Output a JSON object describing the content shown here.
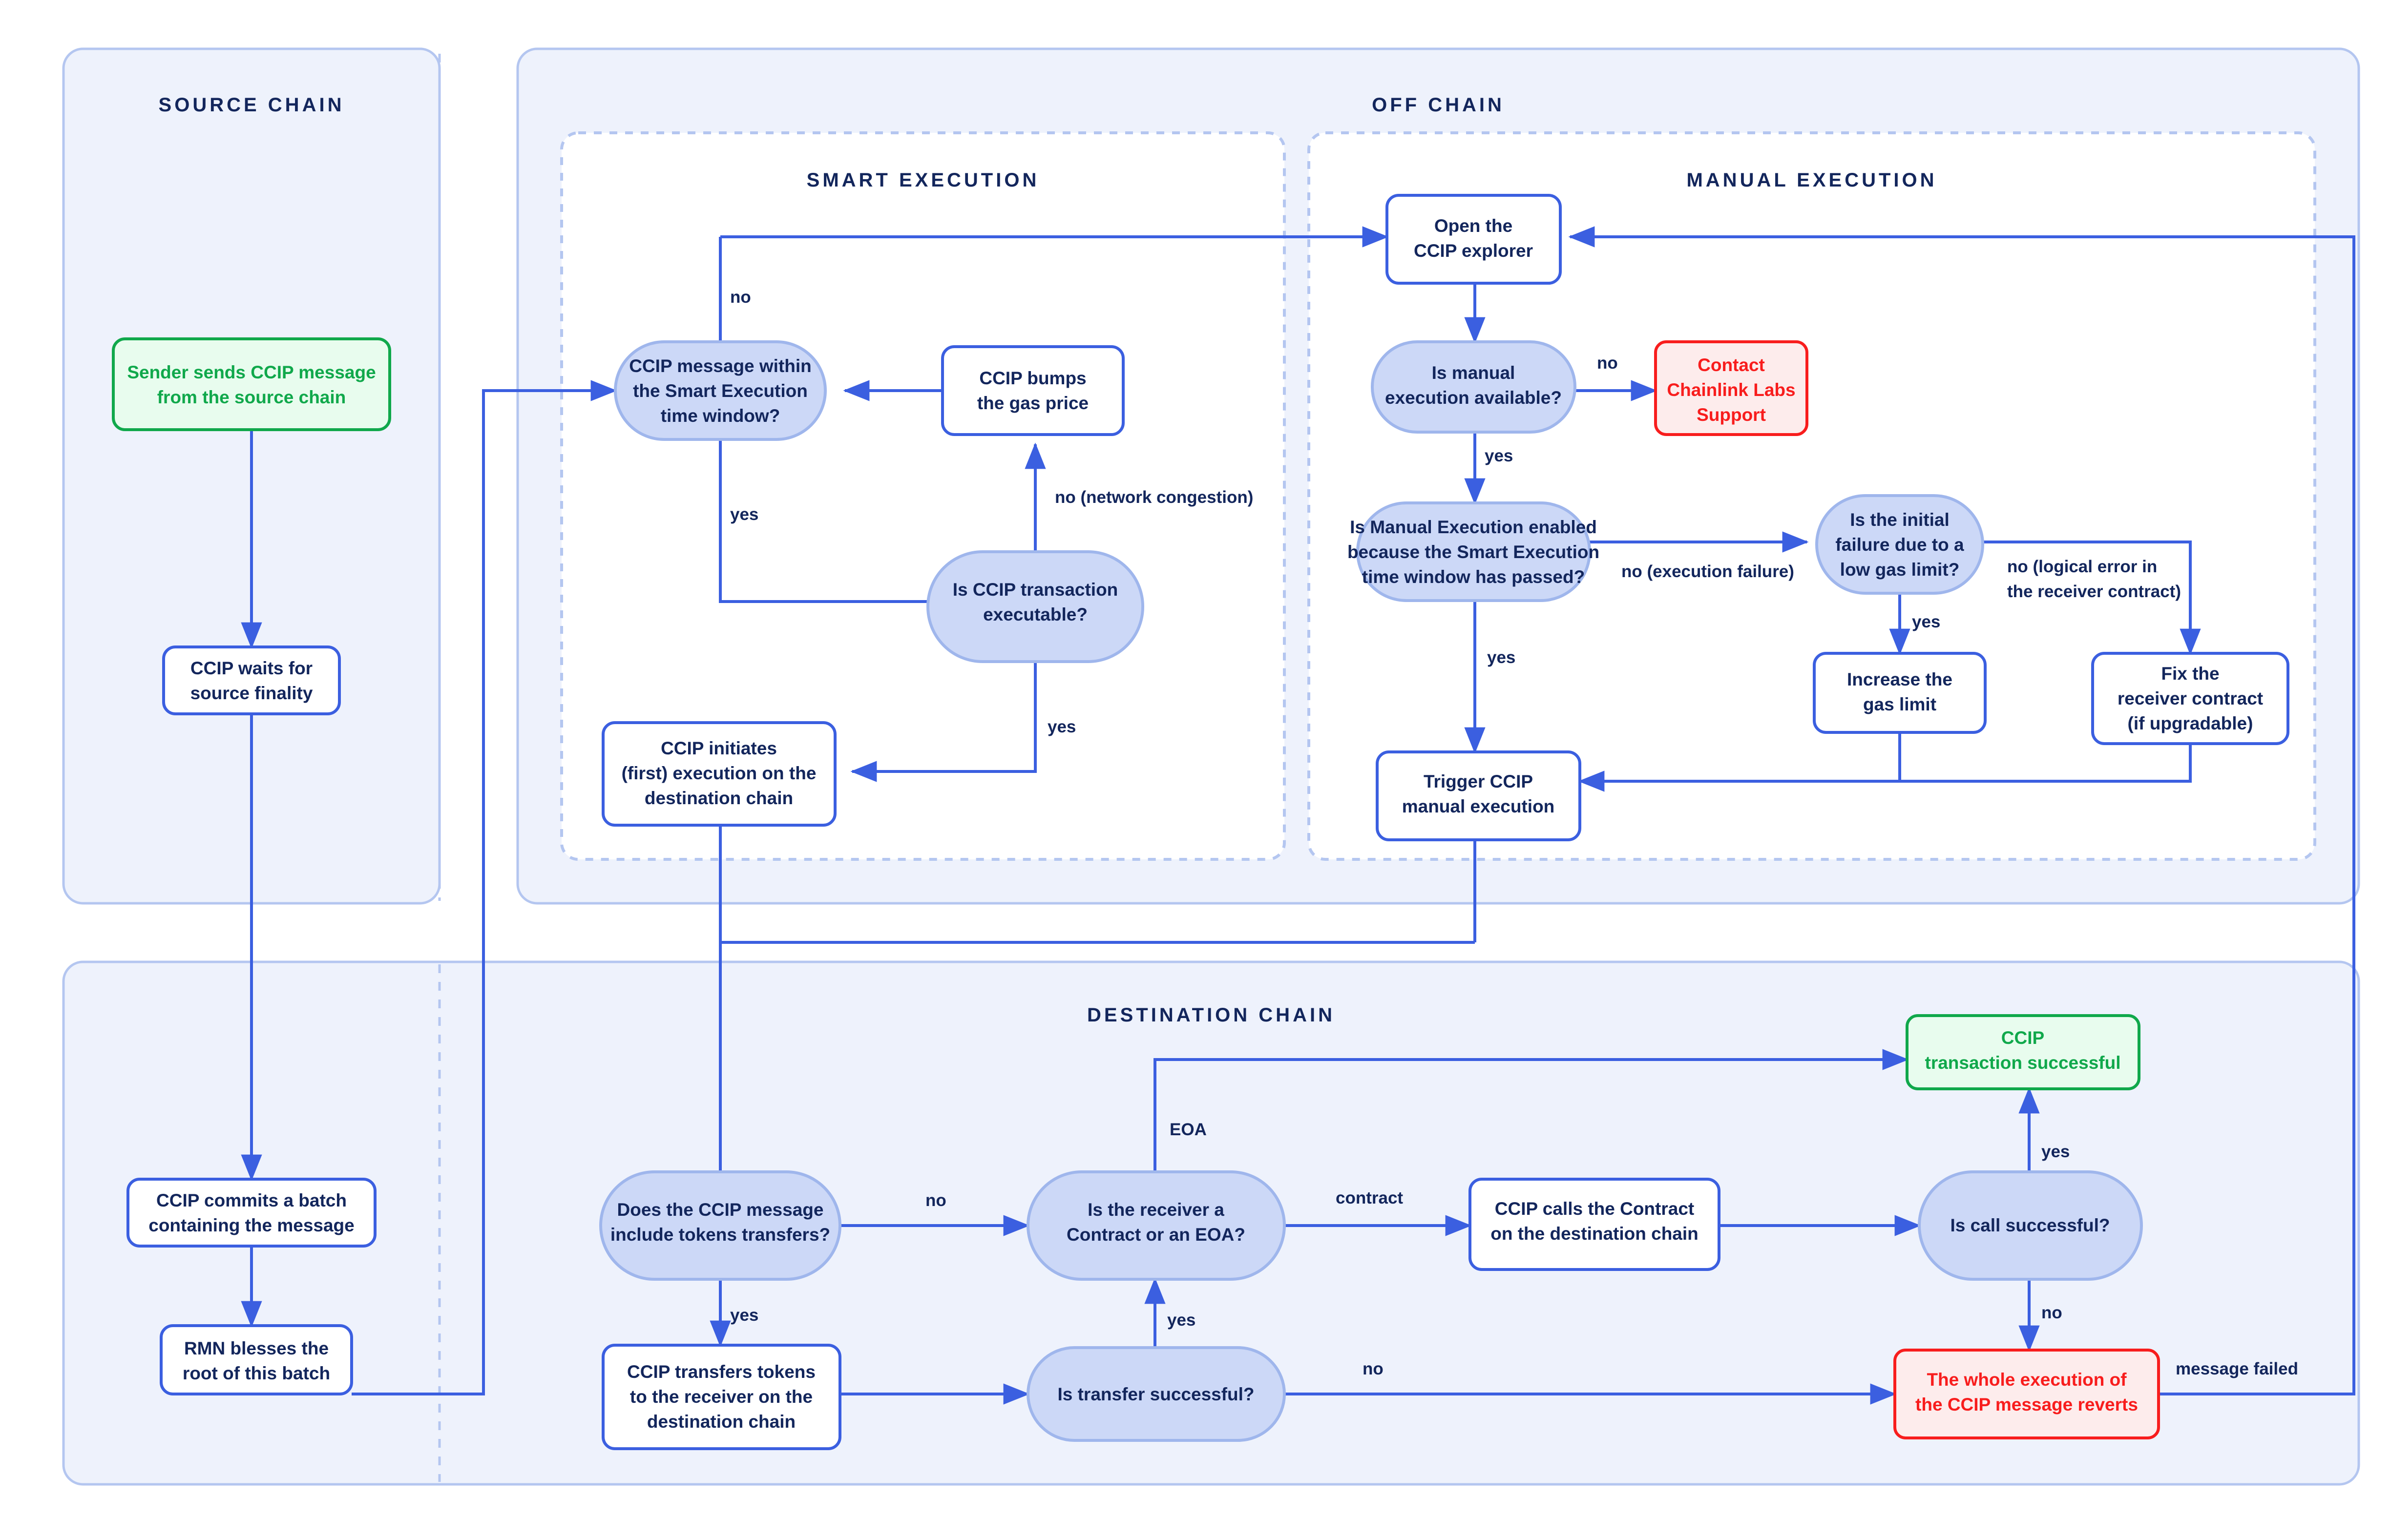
{
  "panels": {
    "source_chain": "SOURCE CHAIN",
    "off_chain": "OFF CHAIN",
    "smart_execution": "SMART EXECUTION",
    "manual_execution": "MANUAL EXECUTION",
    "destination_chain": "DESTINATION CHAIN"
  },
  "colors": {
    "panel_fill": "#eef2fc",
    "panel_stroke": "#b4c6f0",
    "decision_fill": "#ccd8f7",
    "decision_stroke": "#9fb6ec",
    "process_fill": "#ffffff",
    "process_stroke": "#3b5fe0",
    "edge": "#3b5fe0",
    "text": "#13265c",
    "success_fill": "#e8fcee",
    "success_stroke": "#10a84b",
    "success_text": "#10a84b",
    "error_fill": "#fdecec",
    "error_stroke": "#f81d1d",
    "error_text": "#f81d1d"
  },
  "nodes": {
    "sender_sends": {
      "lines": [
        "Sender sends CCIP message",
        "from the source chain"
      ],
      "shape": "process",
      "variant": "success"
    },
    "waits_finality": {
      "lines": [
        "CCIP waits for",
        "source finality"
      ],
      "shape": "process",
      "variant": "default"
    },
    "commits_batch": {
      "lines": [
        "CCIP commits a batch",
        "containing the message"
      ],
      "shape": "process",
      "variant": "default"
    },
    "rmn_blesses": {
      "lines": [
        "RMN blesses the",
        "root of this batch"
      ],
      "shape": "process",
      "variant": "default"
    },
    "msg_within_window": {
      "lines": [
        "CCIP message within",
        "the Smart Execution",
        "time window?"
      ],
      "shape": "decision",
      "variant": "default"
    },
    "bumps_gas": {
      "lines": [
        "CCIP bumps",
        "the gas price"
      ],
      "shape": "process",
      "variant": "default"
    },
    "tx_executable": {
      "lines": [
        "Is CCIP transaction",
        "executable?"
      ],
      "shape": "decision",
      "variant": "default"
    },
    "initiates_execution": {
      "lines": [
        "CCIP initiates",
        "(first) execution on the",
        "destination chain"
      ],
      "shape": "process",
      "variant": "default"
    },
    "open_explorer": {
      "lines": [
        "Open the",
        "CCIP explorer"
      ],
      "shape": "process",
      "variant": "default"
    },
    "manual_available": {
      "lines": [
        "Is manual",
        "execution available?"
      ],
      "shape": "decision",
      "variant": "default"
    },
    "contact_support": {
      "lines": [
        "Contact",
        "Chainlink Labs",
        "Support"
      ],
      "shape": "process",
      "variant": "error"
    },
    "manual_enabled": {
      "lines": [
        "Is Manual Execution enabled",
        "because the Smart Execution",
        "time window has passed?"
      ],
      "shape": "decision",
      "variant": "default"
    },
    "initial_failure_gas": {
      "lines": [
        "Is the initial",
        "failure due to a",
        "low gas limit?"
      ],
      "shape": "decision",
      "variant": "default"
    },
    "increase_gas": {
      "lines": [
        "Increase the",
        "gas limit"
      ],
      "shape": "process",
      "variant": "default"
    },
    "fix_receiver": {
      "lines": [
        "Fix the",
        "receiver contract",
        "(if upgradable)"
      ],
      "shape": "process",
      "variant": "default"
    },
    "trigger_manual": {
      "lines": [
        "Trigger CCIP",
        "manual execution"
      ],
      "shape": "process",
      "variant": "default"
    },
    "include_tokens": {
      "lines": [
        "Does the CCIP message",
        "include tokens transfers?"
      ],
      "shape": "decision",
      "variant": "default"
    },
    "transfers_tokens": {
      "lines": [
        "CCIP transfers tokens",
        "to the receiver on the",
        "destination chain"
      ],
      "shape": "process",
      "variant": "default"
    },
    "transfer_successful": {
      "lines": [
        "Is transfer successful?"
      ],
      "shape": "decision",
      "variant": "default"
    },
    "receiver_type": {
      "lines": [
        "Is the receiver a",
        "Contract or an EOA?"
      ],
      "shape": "decision",
      "variant": "default"
    },
    "calls_contract": {
      "lines": [
        "CCIP calls the Contract",
        "on the destination chain"
      ],
      "shape": "process",
      "variant": "default"
    },
    "call_successful": {
      "lines": [
        "Is call successful?"
      ],
      "shape": "decision",
      "variant": "default"
    },
    "tx_successful": {
      "lines": [
        "CCIP",
        "transaction successful"
      ],
      "shape": "process",
      "variant": "success"
    },
    "whole_reverts": {
      "lines": [
        "The whole execution of",
        "the CCIP message reverts"
      ],
      "shape": "process",
      "variant": "error"
    }
  },
  "edge_labels": {
    "no_window": "no",
    "yes_window": "yes",
    "no_congestion": "no (network congestion)",
    "yes_executable": "yes",
    "no_manual": "no",
    "yes_manual": "yes",
    "no_exec_failure": "no (execution failure)",
    "yes_gas": "yes",
    "no_logical_error": "no (logical error in\nthe receiver contract)",
    "yes_manual_enabled": "yes",
    "no_tokens": "no",
    "yes_tokens": "yes",
    "yes_transfer": "yes",
    "no_transfer": "no",
    "eoa": "EOA",
    "contract": "contract",
    "yes_call": "yes",
    "no_call": "no",
    "message_failed": "message failed"
  }
}
